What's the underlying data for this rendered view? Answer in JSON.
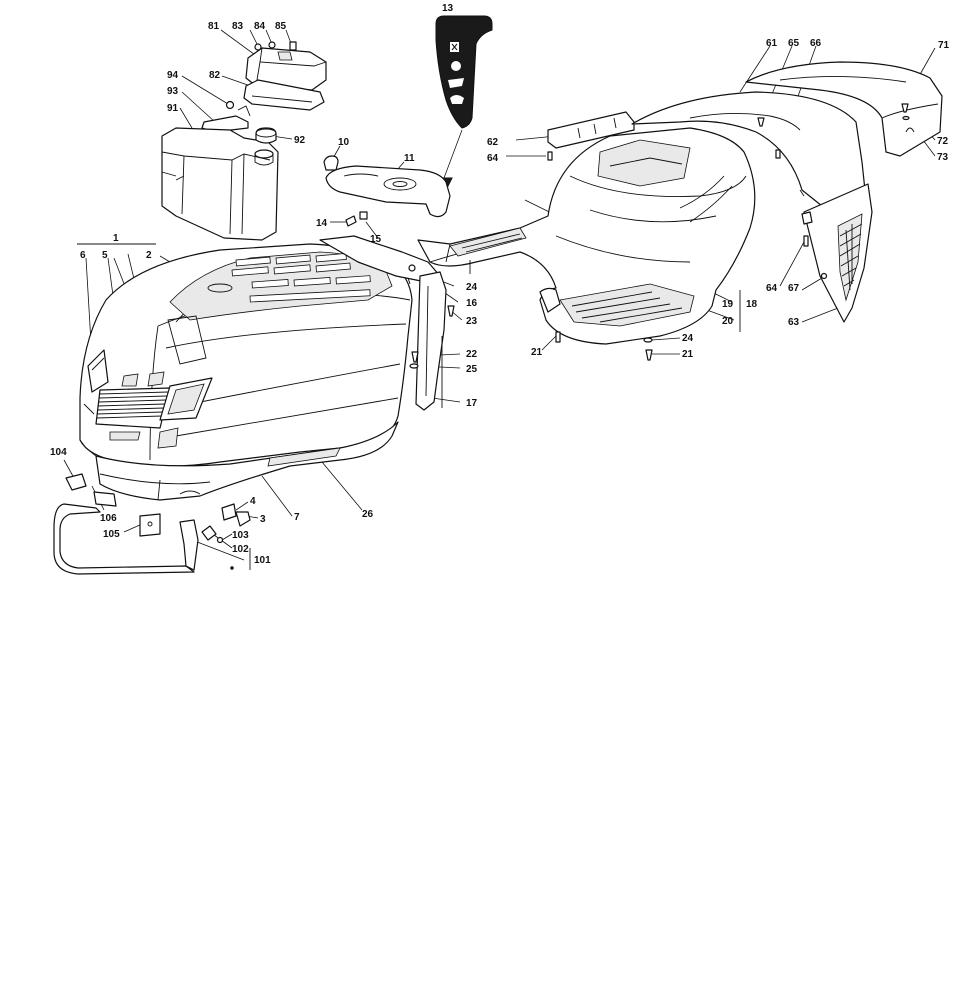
{
  "callouts": [
    {
      "id": "c13",
      "text": "13"
    },
    {
      "id": "c81",
      "text": "81"
    },
    {
      "id": "c83",
      "text": "83"
    },
    {
      "id": "c84",
      "text": "84"
    },
    {
      "id": "c85",
      "text": "85"
    },
    {
      "id": "c94",
      "text": "94"
    },
    {
      "id": "c82",
      "text": "82"
    },
    {
      "id": "c93",
      "text": "93"
    },
    {
      "id": "c91",
      "text": "91"
    },
    {
      "id": "c92",
      "text": "92"
    },
    {
      "id": "c10",
      "text": "10"
    },
    {
      "id": "c11",
      "text": "11"
    },
    {
      "id": "c14",
      "text": "14"
    },
    {
      "id": "c15",
      "text": "15"
    },
    {
      "id": "c1",
      "text": "1"
    },
    {
      "id": "c6",
      "text": "6"
    },
    {
      "id": "c5",
      "text": "5"
    },
    {
      "id": "c2",
      "text": "2"
    },
    {
      "id": "c24a",
      "text": "24"
    },
    {
      "id": "c16",
      "text": "16"
    },
    {
      "id": "c23",
      "text": "23"
    },
    {
      "id": "c22",
      "text": "22"
    },
    {
      "id": "c25",
      "text": "25"
    },
    {
      "id": "c17",
      "text": "17"
    },
    {
      "id": "c104",
      "text": "104"
    },
    {
      "id": "c4",
      "text": "4"
    },
    {
      "id": "c3",
      "text": "3"
    },
    {
      "id": "c7",
      "text": "7"
    },
    {
      "id": "c26",
      "text": "26"
    },
    {
      "id": "c106",
      "text": "106"
    },
    {
      "id": "c105",
      "text": "105"
    },
    {
      "id": "c103",
      "text": "103"
    },
    {
      "id": "c102",
      "text": "102"
    },
    {
      "id": "c101",
      "text": "101"
    },
    {
      "id": "c61",
      "text": "61"
    },
    {
      "id": "c65",
      "text": "65"
    },
    {
      "id": "c66",
      "text": "66"
    },
    {
      "id": "c71",
      "text": "71"
    },
    {
      "id": "c62",
      "text": "62"
    },
    {
      "id": "c64a",
      "text": "64"
    },
    {
      "id": "c72",
      "text": "72"
    },
    {
      "id": "c73",
      "text": "73"
    },
    {
      "id": "c19",
      "text": "19"
    },
    {
      "id": "c18",
      "text": "18"
    },
    {
      "id": "c20",
      "text": "20"
    },
    {
      "id": "c64b",
      "text": "64"
    },
    {
      "id": "c67",
      "text": "67"
    },
    {
      "id": "c63",
      "text": "63"
    },
    {
      "id": "c21a",
      "text": "21"
    },
    {
      "id": "c24b",
      "text": "24"
    },
    {
      "id": "c21b",
      "text": "21"
    }
  ]
}
